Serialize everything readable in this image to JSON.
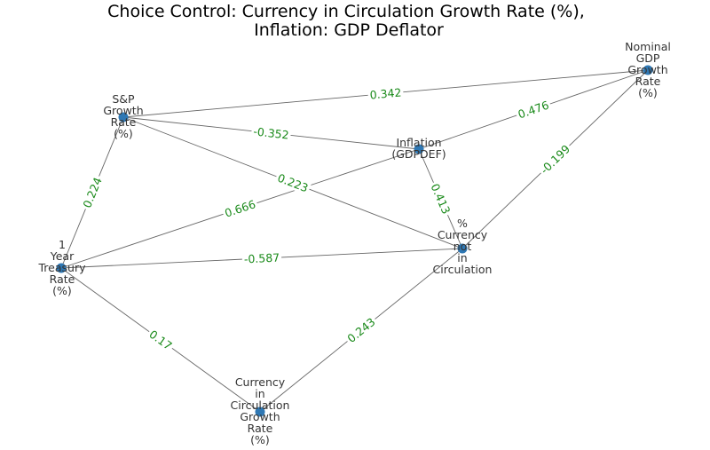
{
  "title_lines": [
    "Choice Control: Currency in Circulation Growth Rate (%),",
    "Inflation: GDP Deflator"
  ],
  "colors": {
    "node": "#2f78b4",
    "edge": "#666666",
    "edge_label": "#1a8a1a",
    "node_label": "#333333"
  },
  "nodes": [
    {
      "id": "sp",
      "label": [
        "S&P",
        "Growth",
        "Rate",
        "(%)"
      ]
    },
    {
      "id": "ngdp",
      "label": [
        "Nominal",
        "GDP",
        "Growth",
        "Rate",
        "(%)"
      ]
    },
    {
      "id": "infl",
      "label": [
        "Inflation",
        "(GDPDEF)"
      ]
    },
    {
      "id": "pcnic",
      "label": [
        "%",
        "Currency",
        "not",
        "in",
        "Circulation"
      ]
    },
    {
      "id": "tsy",
      "label": [
        "1",
        "Year",
        "Treasury",
        "Rate",
        "(%)"
      ]
    },
    {
      "id": "cic",
      "label": [
        "Currency",
        "in",
        "Circulation",
        "Growth",
        "Rate",
        "(%)"
      ]
    }
  ],
  "edges": [
    {
      "source": "sp",
      "target": "ngdp",
      "weight": "0.342"
    },
    {
      "source": "sp",
      "target": "infl",
      "weight": "-0.352"
    },
    {
      "source": "sp",
      "target": "pcnic",
      "weight": "0.223"
    },
    {
      "source": "sp",
      "target": "tsy",
      "weight": "0.224"
    },
    {
      "source": "infl",
      "target": "ngdp",
      "weight": "0.476"
    },
    {
      "source": "infl",
      "target": "tsy",
      "weight": "0.666"
    },
    {
      "source": "infl",
      "target": "pcnic",
      "weight": "0.413"
    },
    {
      "source": "pcnic",
      "target": "ngdp",
      "weight": "-0.199"
    },
    {
      "source": "tsy",
      "target": "pcnic",
      "weight": "-0.587"
    },
    {
      "source": "tsy",
      "target": "cic",
      "weight": "0.17"
    },
    {
      "source": "cic",
      "target": "pcnic",
      "weight": "0.243"
    }
  ]
}
